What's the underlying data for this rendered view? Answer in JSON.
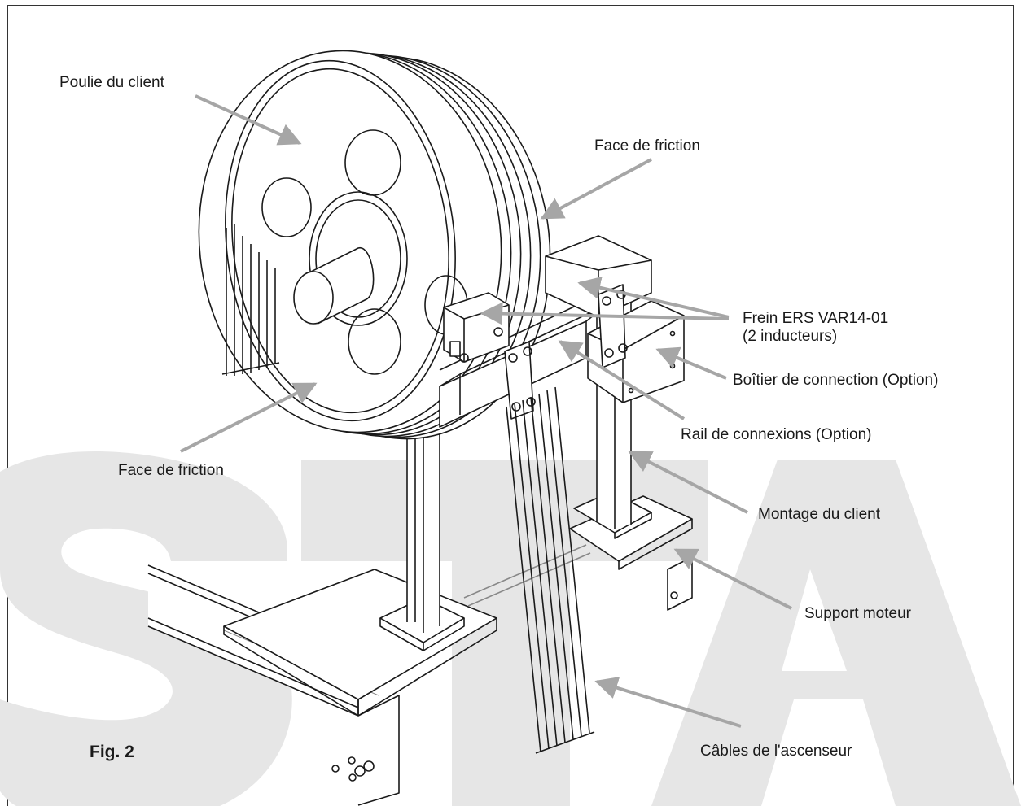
{
  "figure_label": "Fig. 2",
  "watermark": "STA",
  "labels": {
    "poulie": "Poulie du client",
    "friction_top": "Face de friction",
    "frein_line1": "Frein ERS VAR14-01",
    "frein_line2": "(2 inducteurs)",
    "boitier": "Boîtier de connection (Option)",
    "rail": "Rail de connexions (Option)",
    "friction_left": "Face de friction",
    "montage": "Montage du client",
    "support": "Support moteur",
    "cables": "Câbles de l'ascenseur"
  },
  "colors": {
    "watermark": "#e6e6e6",
    "arrow": "#a6a6a6",
    "line": "#1a1a1a"
  }
}
